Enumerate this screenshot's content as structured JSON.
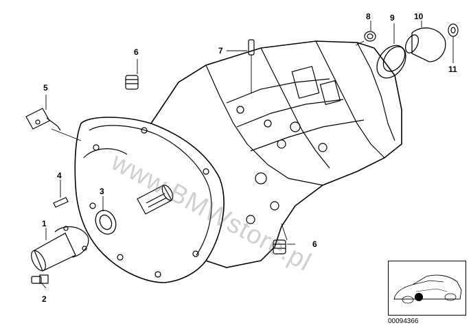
{
  "parts": [
    {
      "number": "1"
    },
    {
      "number": "2"
    },
    {
      "number": "3"
    },
    {
      "number": "4"
    },
    {
      "number": "5"
    },
    {
      "number": "6"
    },
    {
      "number": "6"
    },
    {
      "number": "7"
    },
    {
      "number": "8"
    },
    {
      "number": "9"
    },
    {
      "number": "10"
    },
    {
      "number": "11"
    }
  ],
  "diagram_id": "00094366",
  "watermark": "www.BMWstore.pl",
  "colors": {
    "line": "#000000",
    "shade": "#6f6f6f",
    "watermark": "#9a9a9a"
  }
}
